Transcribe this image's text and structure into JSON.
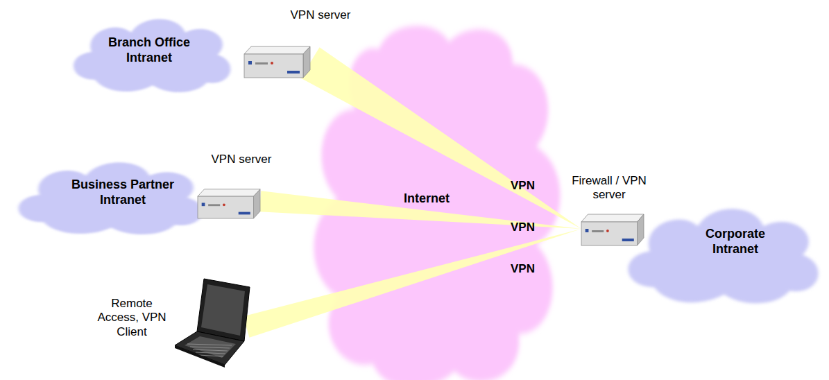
{
  "diagram": {
    "nodes": [
      {
        "text": [
          "Branch Office Intranet"
        ]
      },
      {
        "text": [
          "VPN server"
        ]
      },
      {
        "text": [
          "Business Partner Intranet"
        ]
      },
      {
        "text": [
          "VPN server"
        ]
      },
      {
        "text": [
          "Internet"
        ]
      },
      {
        "text": [
          "Firewall / VPN server"
        ]
      },
      {
        "text": [
          "Corporate Intranet"
        ]
      },
      {
        "text": [
          "Remote Access, VPN Client"
        ]
      }
    ],
    "edges": [
      {
        "from": 1,
        "to": 5,
        "label": "VPN",
        "arrow": "none"
      },
      {
        "from": 3,
        "to": 5,
        "label": "VPN",
        "arrow": "none"
      },
      {
        "from": 7,
        "to": 5,
        "label": "VPN",
        "arrow": "none"
      }
    ]
  }
}
